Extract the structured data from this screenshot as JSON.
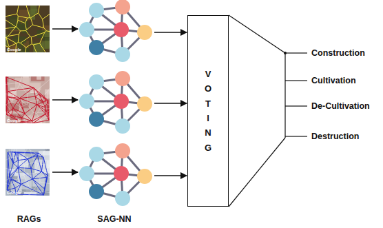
{
  "diagram": {
    "nodes": [
      {
        "text": [
          "V O T I N G"
        ]
      }
    ],
    "labels": [
      "Google",
      "Google",
      "Google",
      "RAGs",
      "SAG-NN",
      "Construction",
      "Cultivation",
      "De-Cultivation",
      "Destruction"
    ]
  }
}
